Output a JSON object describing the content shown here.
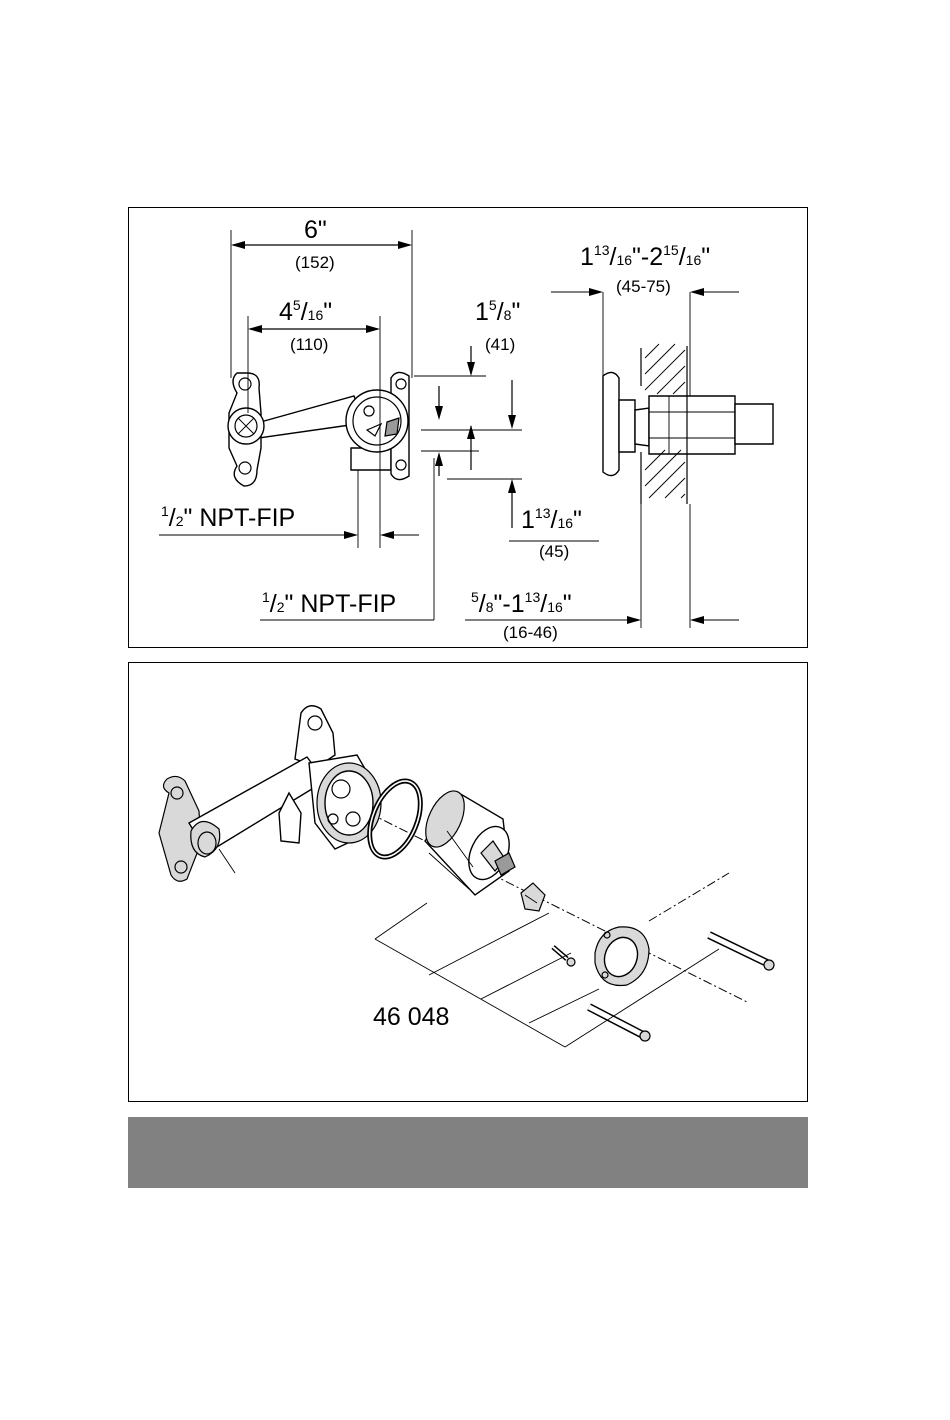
{
  "dimension_panel": {
    "labels": {
      "overall_width": "6\"",
      "overall_width_mm": "(152)",
      "inner_width_whole": "4",
      "inner_width_num": "5",
      "inner_width_den": "16",
      "inner_width_mm": "(110)",
      "top_offset_whole": "1",
      "top_offset_num": "5",
      "top_offset_den": "8",
      "top_offset_mm": "(41)",
      "bottom_offset_whole": "1",
      "bottom_offset_num": "13",
      "bottom_offset_den": "16",
      "bottom_offset_mm": "(45)",
      "pipe_left_num": "1",
      "pipe_left_den": "2",
      "pipe_left_text": "\" NPT-FIP",
      "pipe_bottom_num": "1",
      "pipe_bottom_den": "2",
      "pipe_bottom_text": "\" NPT-FIP",
      "depth_range_a_whole": "1",
      "depth_range_a_num": "13",
      "depth_range_a_den": "16",
      "depth_range_b_whole": "2",
      "depth_range_b_num": "15",
      "depth_range_b_den": "16",
      "depth_range_mm": "(45-75)",
      "wall_range_a_num": "5",
      "wall_range_a_den": "8",
      "wall_range_b_whole": "1",
      "wall_range_b_num": "13",
      "wall_range_b_den": "16",
      "wall_range_mm": "(16-46)"
    }
  },
  "exploded_panel": {
    "part_number": "46 048"
  },
  "colors": {
    "bottom_bar": "#818181"
  }
}
